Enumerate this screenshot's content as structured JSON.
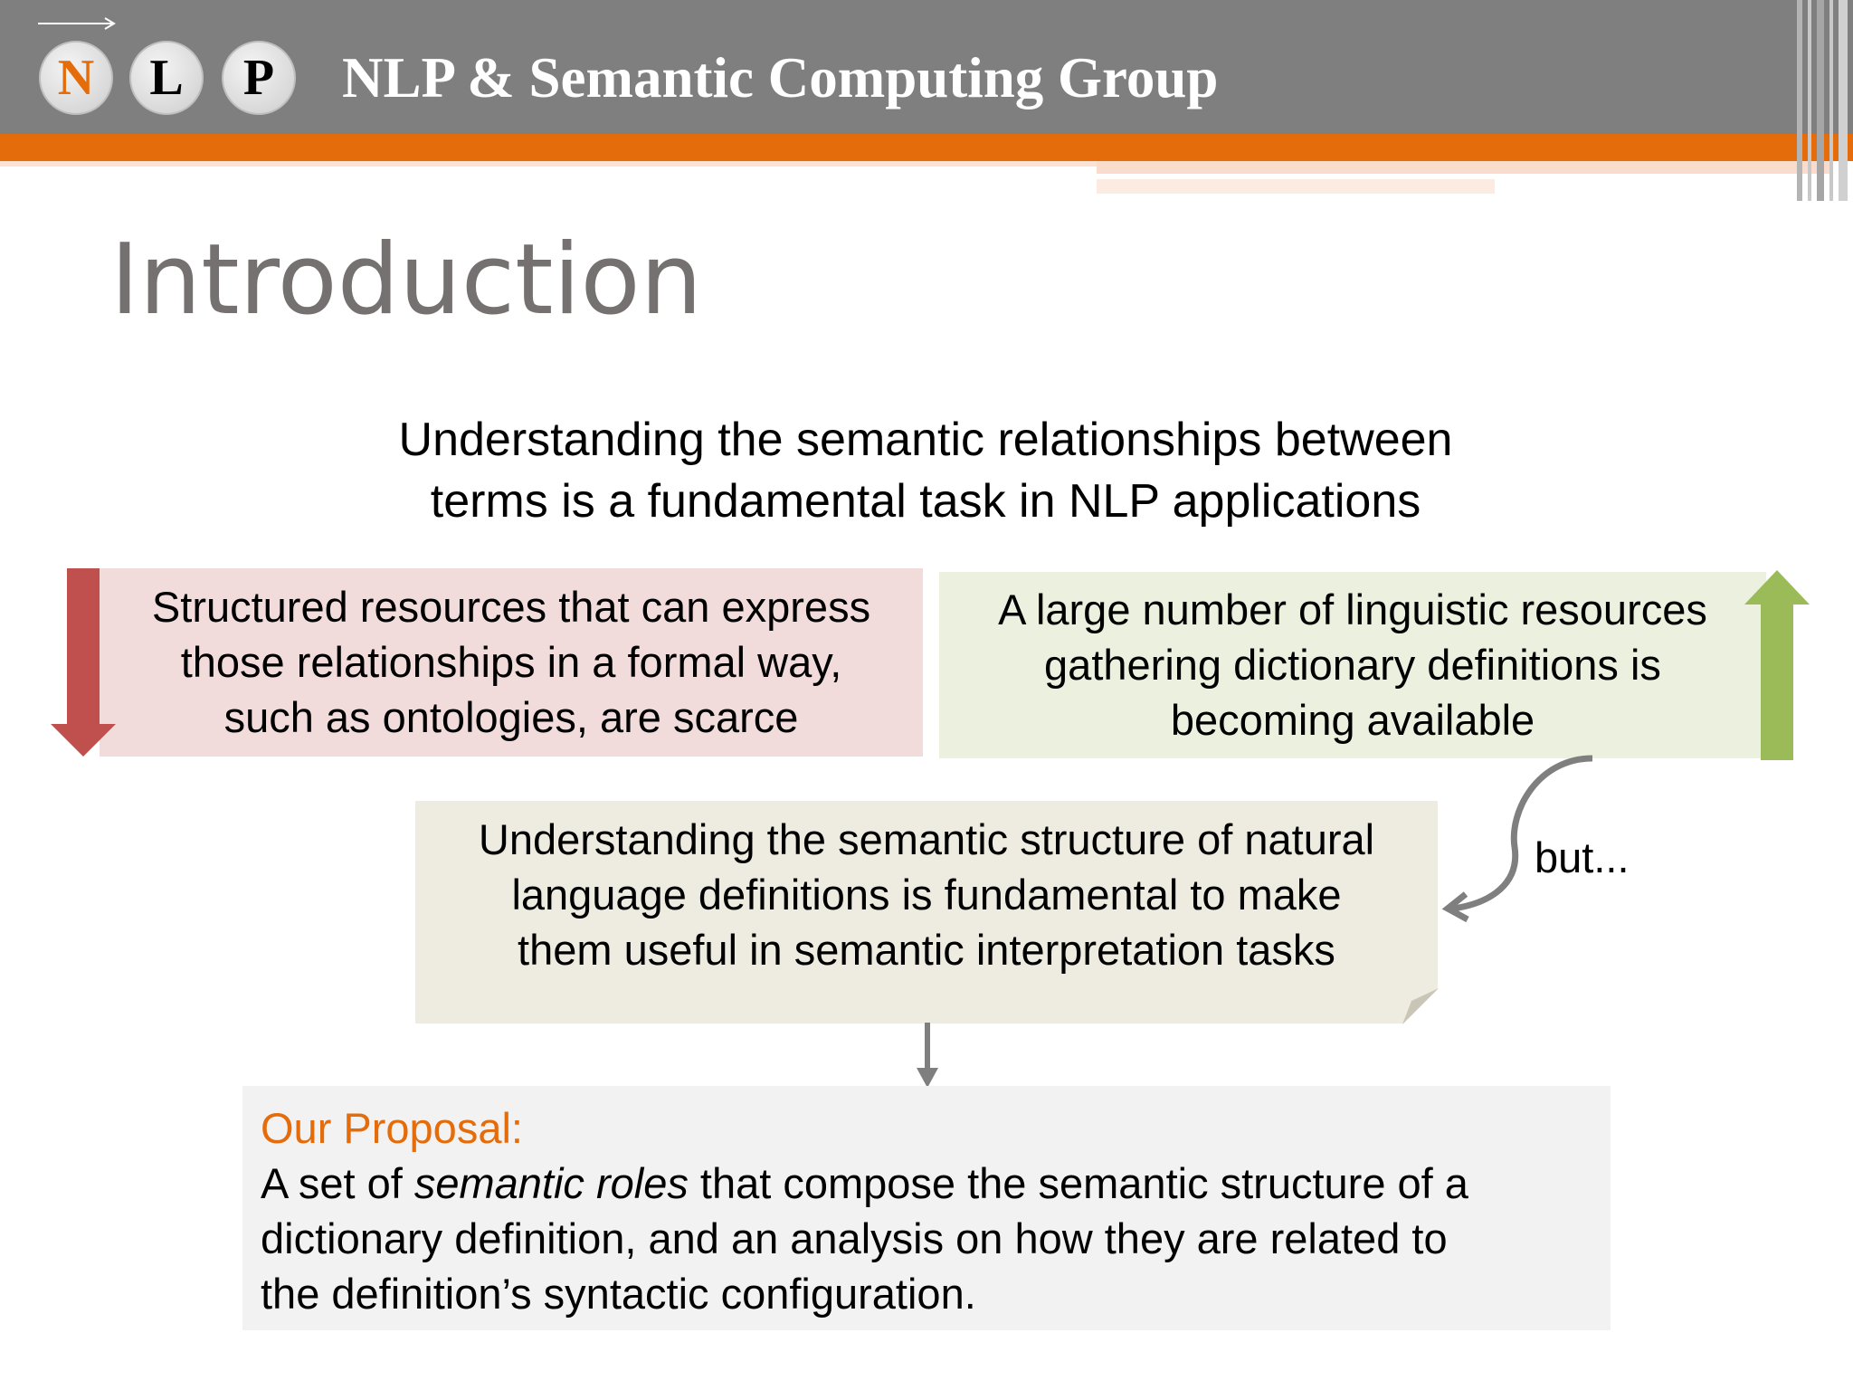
{
  "header": {
    "logo_letters": [
      "N",
      "L",
      "P"
    ],
    "group_title": "NLP & Semantic Computing Group",
    "colors": {
      "band": "#7f7f7f",
      "accent": "#e46c0a"
    }
  },
  "slide": {
    "title": "Introduction",
    "intro_line1": "Understanding the semantic relationships between",
    "intro_line2": "terms is a fundamental task in NLP applications"
  },
  "left_box": {
    "lines": [
      "Structured resources that can express",
      "those relationships in a formal way,",
      "such as ontologies, are scarce"
    ],
    "arrow": "down-arrow-red",
    "color": "#f2dcdb"
  },
  "right_box": {
    "lines": [
      "A large number of linguistic resources",
      "gathering dictionary definitions is",
      "becoming available"
    ],
    "arrow": "up-arrow-green",
    "color": "#ebf1de"
  },
  "connector_label": "but...",
  "middle_box": {
    "lines": [
      "Understanding the semantic structure of natural",
      "language definitions is fundamental to make",
      "them useful in semantic interpretation tasks"
    ]
  },
  "proposal": {
    "heading": "Our Proposal:",
    "text_before": "A set of ",
    "text_italic": "semantic roles",
    "text_after_line1": " that compose the semantic structure of a",
    "line2": "dictionary definition, and an analysis on how they are related to",
    "line3": "the definition’s syntactic configuration."
  }
}
